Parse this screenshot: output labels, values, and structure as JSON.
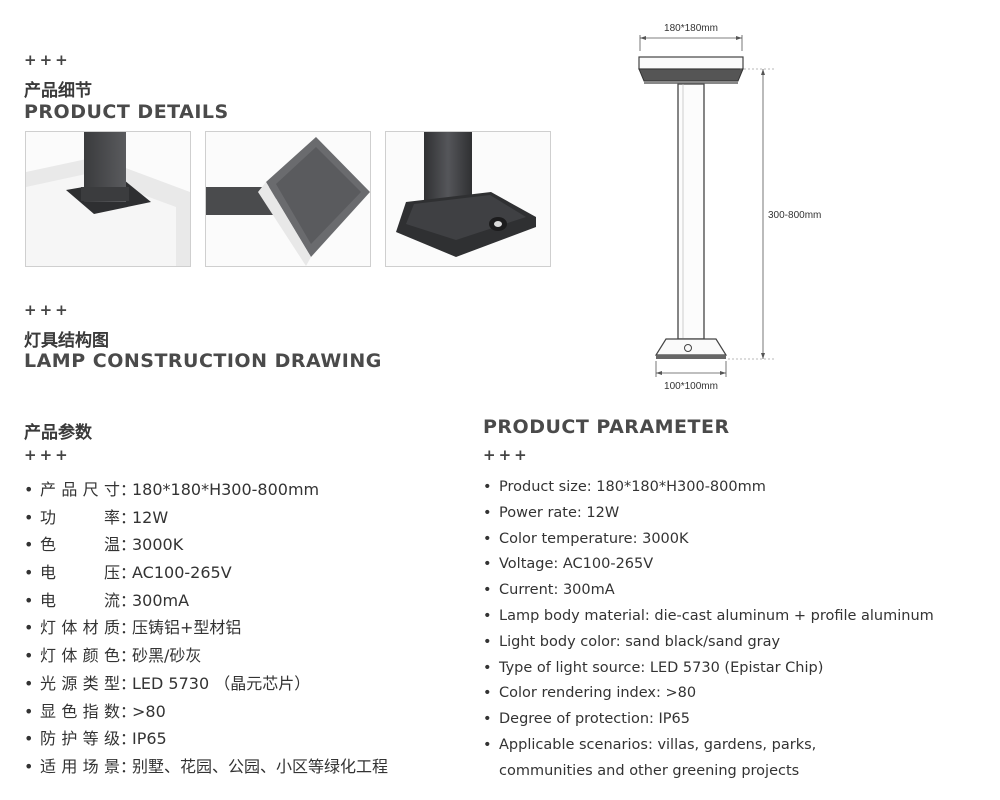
{
  "details": {
    "plus": "+++",
    "title_cn": "产品细节",
    "title_en": "PRODUCT DETAILS"
  },
  "drawing": {
    "plus": "+++",
    "title_cn": "灯具结构图",
    "title_en": "LAMP CONSTRUCTION DRAWING",
    "dim_top": "180*180mm",
    "dim_height": "300-800mm",
    "dim_base": "100*100mm"
  },
  "params_cn": {
    "title": "产品参数",
    "plus": "+++",
    "bullet": "•",
    "colon": "：",
    "items": [
      {
        "label": "产品尺寸",
        "value": "180*180*H300-800mm"
      },
      {
        "label": "功率",
        "value": "12W"
      },
      {
        "label": "色温",
        "value": "3000K"
      },
      {
        "label": "电压",
        "value": "AC100-265V"
      },
      {
        "label": "电流",
        "value": "300mA"
      },
      {
        "label": "灯体材质",
        "value": "压铸铝+型材铝"
      },
      {
        "label": "灯体颜色",
        "value": "砂黑/砂灰"
      },
      {
        "label": "光源类型",
        "value": "LED 5730 （晶元芯片）"
      },
      {
        "label": "显色指数",
        "value": ">80"
      },
      {
        "label": "防护等级",
        "value": "IP65"
      },
      {
        "label": "适用场景",
        "value": "别墅、花园、公园、小区等绿化工程"
      }
    ]
  },
  "params_en": {
    "title": "PRODUCT PARAMETER",
    "plus": "+++",
    "bullet": "•",
    "items": [
      "Product size: 180*180*H300-800mm",
      "Power rate: 12W",
      "Color temperature: 3000K",
      "Voltage: AC100-265V",
      "Current: 300mA",
      "Lamp body material: die-cast aluminum + profile aluminum",
      "Light body color: sand black/sand gray",
      "Type of light source: LED 5730 (Epistar Chip)",
      "Color rendering index: >80",
      "Degree of protection: IP65",
      "Applicable scenarios: villas, gardens, parks,"
    ],
    "continuation": "communities and other greening projects"
  }
}
